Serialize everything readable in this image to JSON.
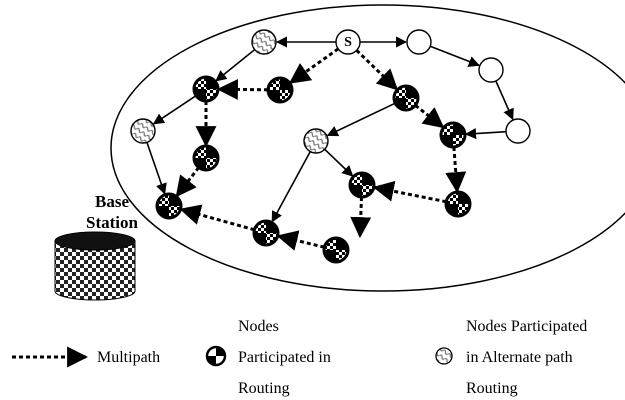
{
  "diagram": {
    "source_letter": "S",
    "base_station_lines": [
      "Base",
      "Station"
    ],
    "legend": {
      "multipath": "Multipath",
      "routing_lines": [
        "Nodes",
        "Participated in",
        "Routing"
      ],
      "alternate_lines": [
        "Nodes Participated",
        "in Alternate path",
        "Routing"
      ]
    },
    "node_types": [
      "source",
      "routing",
      "alternate",
      "idle"
    ],
    "colors": {
      "line": "#000000",
      "fill_idle": "#ffffff",
      "checker_dark": "#000000"
    }
  }
}
